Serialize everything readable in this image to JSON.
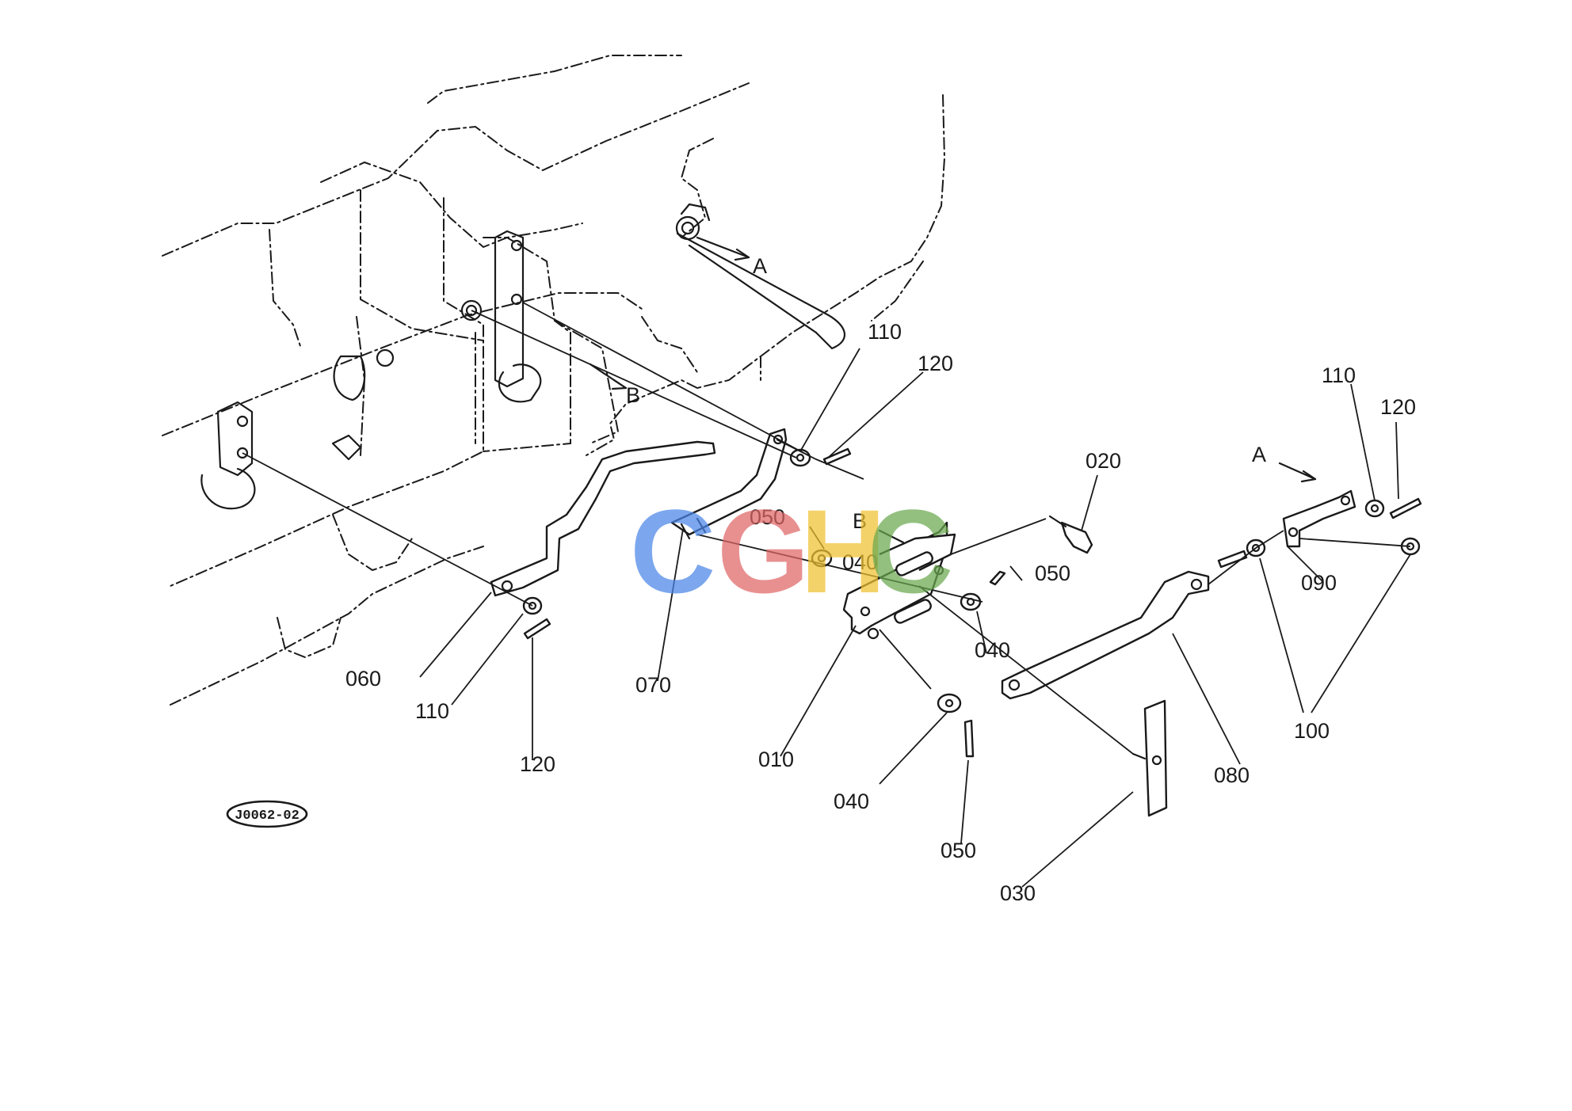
{
  "diagram_code": "J0062-02",
  "watermark": {
    "letters": [
      "C",
      "G",
      "H",
      "C"
    ],
    "colors": [
      "#4a86e8",
      "#e06666",
      "#f1c232",
      "#6aa84f"
    ]
  },
  "view_markers": {
    "a": "A",
    "b": "B"
  },
  "callouts": {
    "p010": "010",
    "p020": "020",
    "p030": "030",
    "p040_a": "040",
    "p040_b": "040",
    "p040_c": "040",
    "p050_a": "050",
    "p050_b": "050",
    "p050_c": "050",
    "p060": "060",
    "p070": "070",
    "p080": "080",
    "p090": "090",
    "p100": "100",
    "p110_a": "110",
    "p110_b": "110",
    "p110_c": "110",
    "p120_a": "120",
    "p120_b": "120",
    "p120_c": "120"
  }
}
